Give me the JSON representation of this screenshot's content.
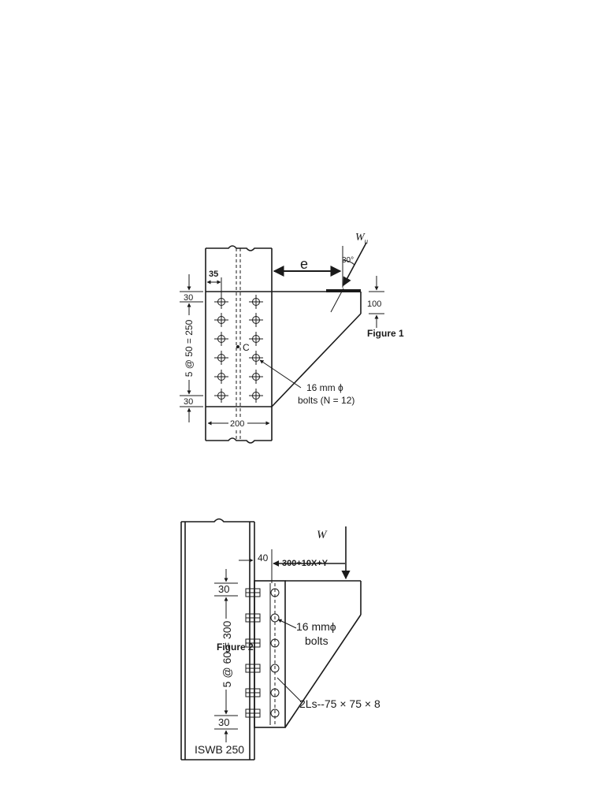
{
  "figure1": {
    "load_label": "W",
    "load_subscript": "u",
    "angle_label": "30°",
    "eccentricity_label": "e",
    "edge_distance": "35",
    "top_end": "30",
    "pitch": "5 @ 50 = 250",
    "bottom_end": "30",
    "width": "200",
    "plate_depth": "100",
    "centroid_label": "C",
    "bolt_label_1": "16 mm ϕ",
    "bolt_label_2": "bolts (N = 12)",
    "caption": "Figure 1"
  },
  "figure2": {
    "load_label": "W",
    "gauge": "40",
    "eccentricity": "300+10X+Y",
    "top_end": "30",
    "pitch": "5 @ 60 = 300",
    "bottom_end": "30",
    "bolt_label_1": "16 mmϕ",
    "bolt_label_2": "bolts",
    "angle_label": "2Ls--75 × 75 × 8",
    "section_label": "ISWB 250",
    "caption": "Figure 2"
  }
}
